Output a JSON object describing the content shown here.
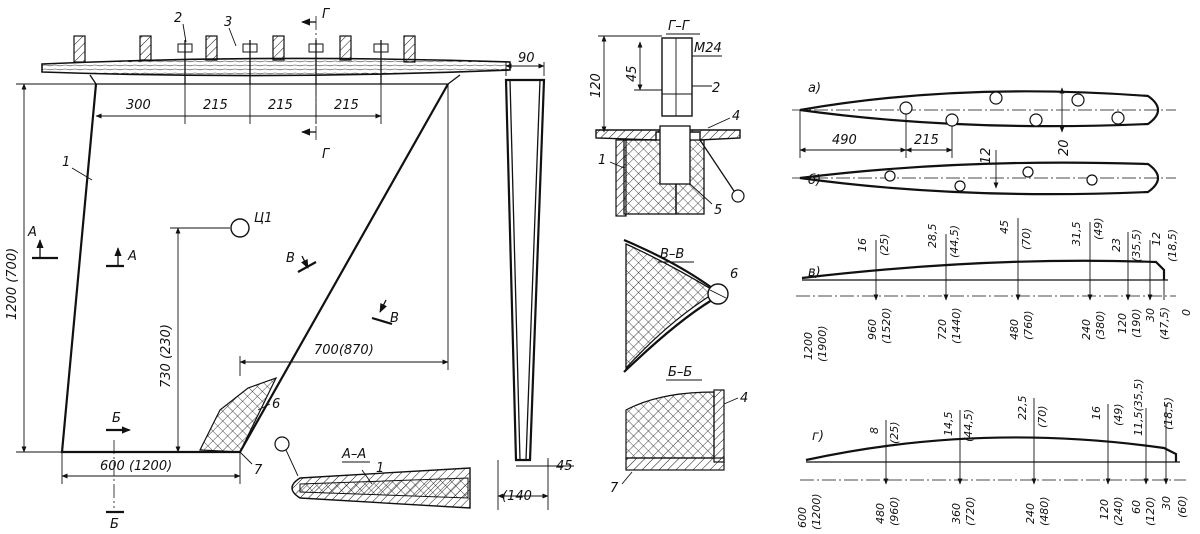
{
  "fin_side": {
    "parts": [
      "1",
      "2",
      "3",
      "6",
      "7"
    ],
    "cg_label": "Ц1",
    "dim_top": [
      "300",
      "215",
      "215",
      "215"
    ],
    "dim_height": "1200 (700)",
    "dim_cg": "730 (230)",
    "dim_tip": "700(870)",
    "dim_root": "600 (1200)",
    "sec_a": "А",
    "sec_b": "Б",
    "sec_v": "В",
    "sec_g": "Г"
  },
  "section_aa": {
    "title": "А–А",
    "part": "1"
  },
  "fin_front": {
    "top": "90",
    "bottom": "(140",
    "right": "45"
  },
  "section_gg": {
    "title": "Г–Г",
    "bolt": "М24",
    "dim_outer": "120",
    "dim_inner": "45",
    "parts": [
      "2",
      "4",
      "1",
      "5"
    ]
  },
  "section_vv": {
    "title": "В–В",
    "part": "6"
  },
  "section_bb": {
    "title": "Б–Б",
    "parts": [
      "4",
      "7"
    ]
  },
  "profiles": {
    "a": {
      "label": "а)",
      "dims": [
        "490",
        "215",
        "20"
      ]
    },
    "b": {
      "label": "б)",
      "dims": [
        "12"
      ]
    },
    "v": {
      "label": "в)",
      "heights": [
        "16",
        "(25)",
        "28,5",
        "(44,5)",
        "45",
        "(70)",
        "31,5",
        "(49)",
        "23",
        "(35,5)",
        "12",
        "(18,5)"
      ],
      "stations": [
        "1200",
        "(1900)",
        "960",
        "(1520)",
        "720",
        "(1440)",
        "480",
        "(760)",
        "240",
        "(380)",
        "120",
        "(190)",
        "30",
        "(47,5)",
        "0"
      ]
    },
    "g": {
      "label": "г)",
      "heights": [
        "8",
        "(25)",
        "14,5",
        "(44,5)",
        "22,5",
        "(70)",
        "16",
        "(49)",
        "11,5(35,5)",
        "(18,5)"
      ],
      "stations": [
        "600",
        "(1200)",
        "480",
        "(960)",
        "360",
        "(720)",
        "240",
        "(480)",
        "120",
        "(240)",
        "60",
        "(120)",
        "30",
        "(60)"
      ]
    }
  }
}
